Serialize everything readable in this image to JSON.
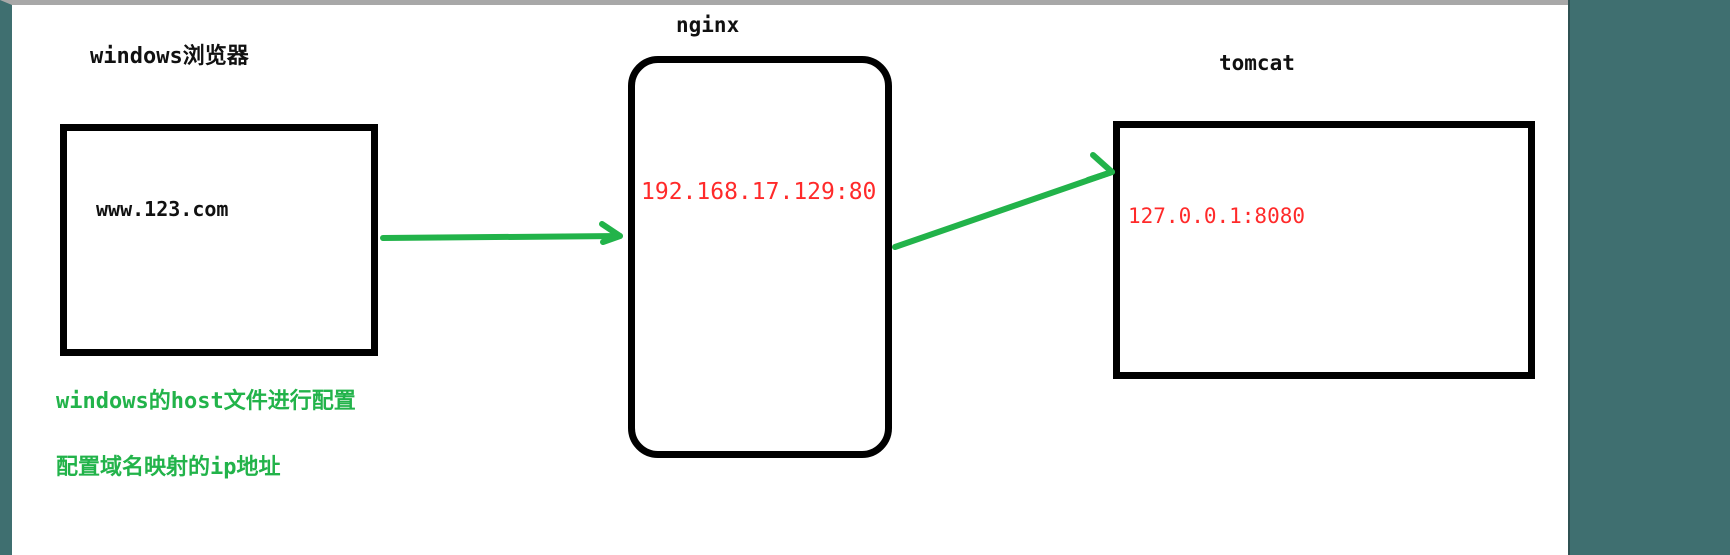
{
  "diagram": {
    "browser": {
      "title": "windows浏览器",
      "domain": "www.123.com"
    },
    "nginx": {
      "title": "nginx",
      "address": "192.168.17.129:80"
    },
    "tomcat": {
      "title": "tomcat",
      "address": "127.0.0.1:8080"
    },
    "notes": [
      "windows的host文件进行配置",
      "配置域名映射的ip地址"
    ]
  },
  "colors": {
    "arrow": "#22b34a",
    "address_text": "#ff2a2a",
    "note_text": "#22b34a",
    "box_border": "#000000",
    "side_strip": "#3f6f70"
  }
}
